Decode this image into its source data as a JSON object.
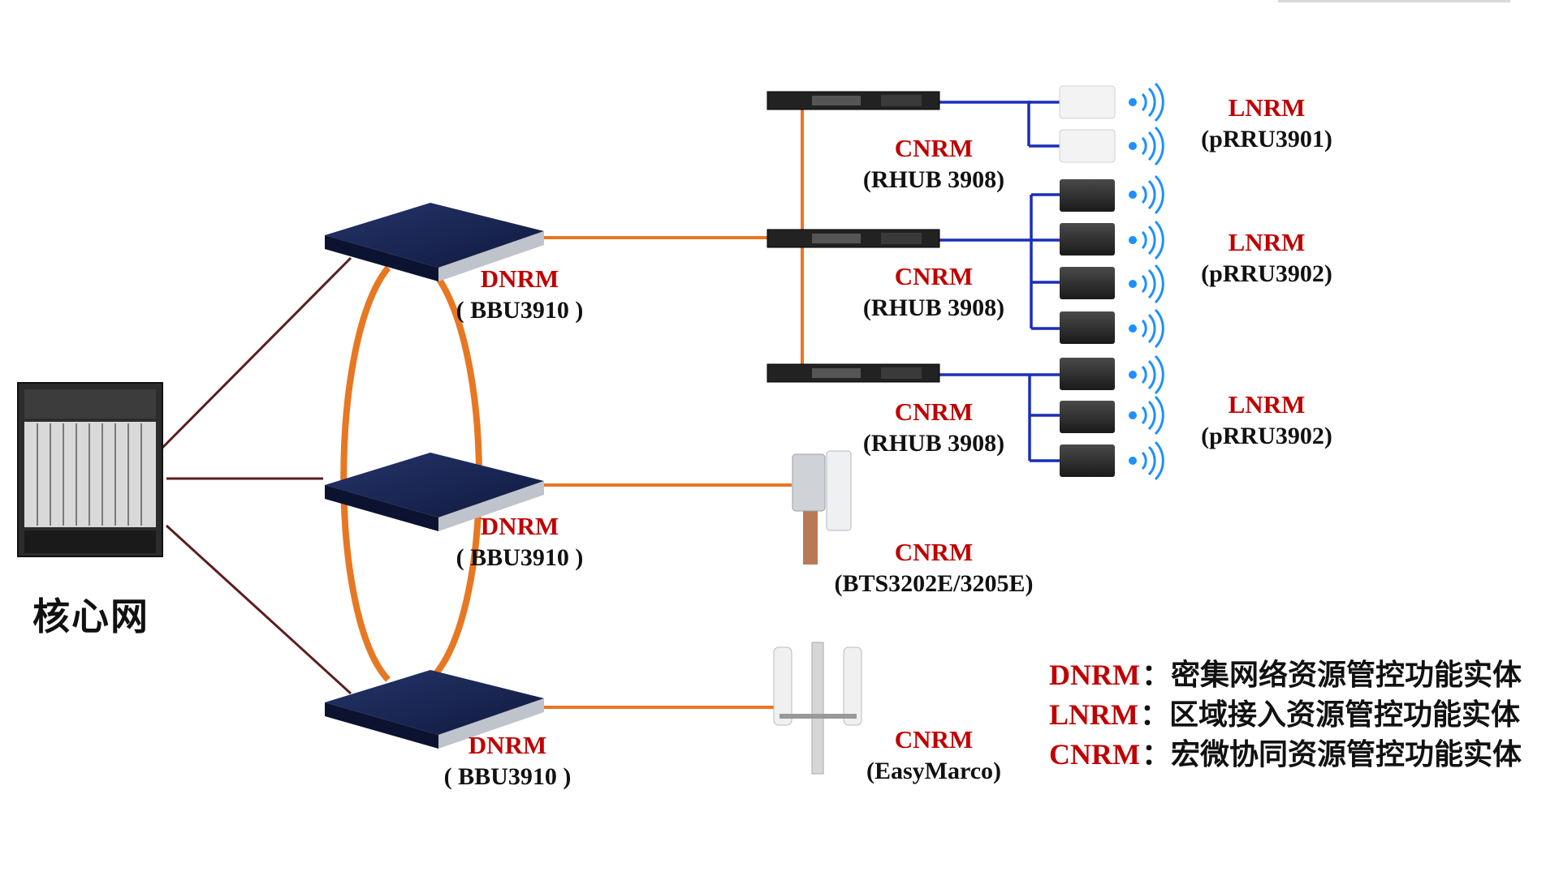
{
  "core": {
    "label": "核心网"
  },
  "dnrm": [
    {
      "title": "DNRM",
      "model": "( BBU3910 )"
    },
    {
      "title": "DNRM",
      "model": "( BBU3910 )"
    },
    {
      "title": "DNRM",
      "model": "( BBU3910 )"
    }
  ],
  "cnrm": [
    {
      "title": "CNRM",
      "model": "(RHUB 3908)"
    },
    {
      "title": "CNRM",
      "model": "(RHUB 3908)"
    },
    {
      "title": "CNRM",
      "model": "(RHUB 3908)"
    },
    {
      "title": "CNRM",
      "model": "(BTS3202E/3205E)"
    },
    {
      "title": "CNRM",
      "model": "(EasyMarco)"
    }
  ],
  "lnrm": [
    {
      "title": "LNRM",
      "model": "(pRRU3901)"
    },
    {
      "title": "LNRM",
      "model": "(pRRU3902)"
    },
    {
      "title": "LNRM",
      "model": "(pRRU3902)"
    }
  ],
  "legend": [
    {
      "key": "DNRM",
      "desc": "：密集网络资源管控功能实体"
    },
    {
      "key": "LNRM",
      "desc": "：区域接入资源管控功能实体"
    },
    {
      "key": "CNRM",
      "desc": "：宏微协同资源管控功能实体"
    }
  ],
  "colors": {
    "accent_red": "#c00000",
    "orange_link": "#e87722",
    "blue_link": "#1a2fb8",
    "core_link": "#5a1e1e",
    "wifi": "#1e90ff"
  }
}
